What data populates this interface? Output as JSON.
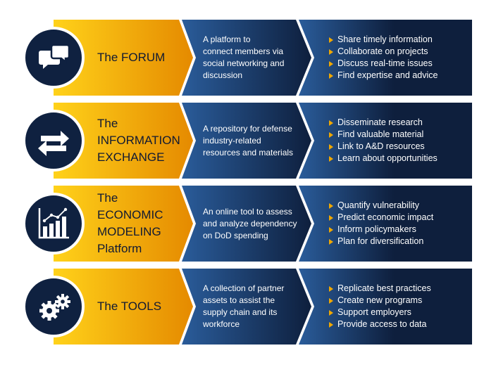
{
  "rows": [
    {
      "icon": "chat-bubbles-icon",
      "title": [
        "The FORUM"
      ],
      "desc": [
        "A platform to",
        "connect members via",
        "social networking and",
        "discussion"
      ],
      "bullets": [
        "Share timely information",
        "Collaborate on projects",
        "Discuss real-time issues",
        "Find expertise and advice"
      ]
    },
    {
      "icon": "exchange-arrows-icon",
      "title": [
        "The",
        "INFORMATION",
        "EXCHANGE"
      ],
      "desc": [
        "A repository for defense",
        "industry-related",
        "resources and materials"
      ],
      "bullets": [
        "Disseminate research",
        "Find valuable material",
        "Link to A&D resources",
        "Learn about opportunities"
      ]
    },
    {
      "icon": "bar-chart-icon",
      "title": [
        "The",
        "ECONOMIC",
        "MODELING",
        "Platform"
      ],
      "desc": [
        "An online tool to assess",
        "and analyze dependency",
        "on DoD spending"
      ],
      "bullets": [
        "Quantify vulnerability",
        "Predict economic impact",
        "Inform policymakers",
        "Plan for diversification"
      ]
    },
    {
      "icon": "gears-icon",
      "title": [
        "The TOOLS"
      ],
      "desc": [
        "A collection of partner",
        "assets to assist the",
        "supply chain and its",
        "workforce"
      ],
      "bullets": [
        "Replicate best practices",
        "Create new programs",
        "Support employers",
        "Provide access to data"
      ]
    }
  ],
  "colors": {
    "gold_light": "#ffd21a",
    "gold_dark": "#e58a00",
    "blue_light": "#2a5c9a",
    "blue_dark": "#0e1f3d",
    "navy": "#0f2140",
    "bullet": "#f2a900"
  }
}
